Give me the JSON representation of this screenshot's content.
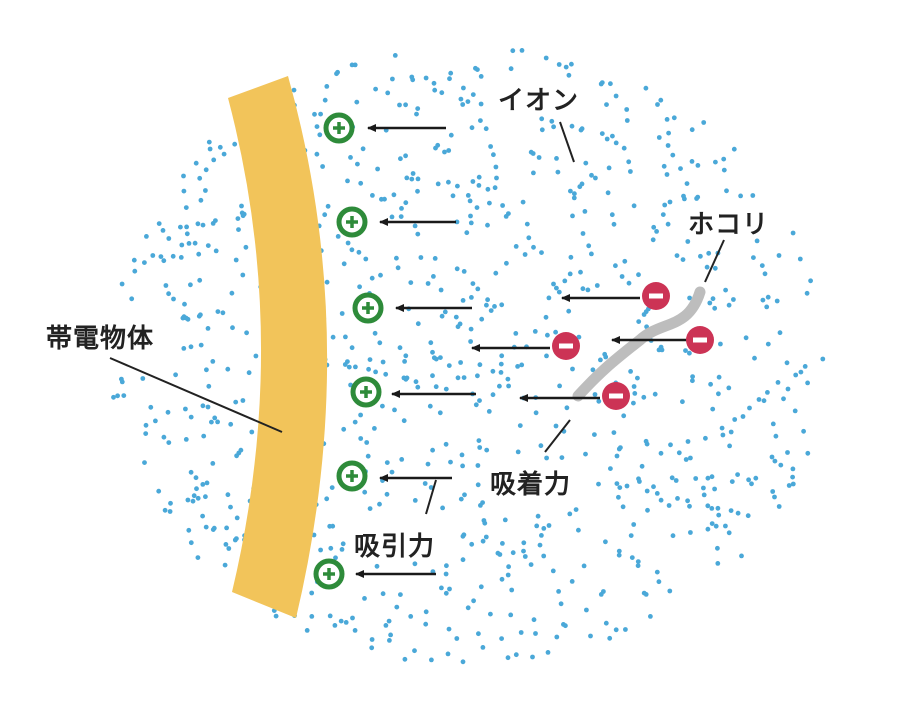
{
  "labels": {
    "ion": "イオン",
    "dust": "ホコリ",
    "charged_body": "帯電物体",
    "adsorption_force": "吸着力",
    "attraction_force": "吸引力"
  },
  "colors": {
    "ion_dot": "#4aa8d8",
    "charged_body": "#f2c45a",
    "positive_ion_stroke": "#2e8b3a",
    "negative_particle_fill": "#cc3355",
    "dust_strand": "#bdbdbd",
    "arrow": "#1a1a1a",
    "label_text": "#222222"
  },
  "icons": {
    "positive": "plus-circle-icon",
    "negative": "minus-circle-icon"
  }
}
